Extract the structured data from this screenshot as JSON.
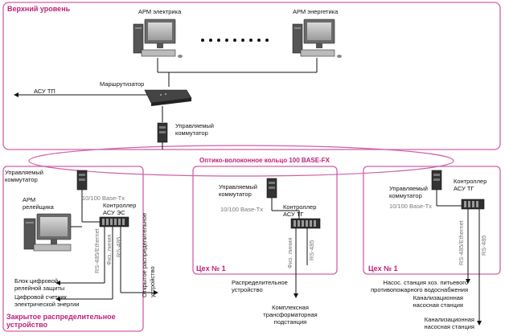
{
  "colors": {
    "frame": "#d060a8",
    "title": "#c0207a",
    "line": "#111111",
    "gray_text": "#777777"
  },
  "icons": [
    "workstation-icon",
    "router-icon",
    "switch-icon",
    "controller-icon",
    "arrow-icon"
  ],
  "top": {
    "title": "Верхний уровень",
    "arm_electric": "АРМ электрика",
    "arm_energy": "АРМ энергетика",
    "router": "Маршрутизатор",
    "asu_tp": "АСУ ТП",
    "switch_l1": "Управляемый",
    "switch_l2": "коммутатор"
  },
  "ring": {
    "label": "Оптико-волоконное кольцо 100 BASE-FX"
  },
  "left": {
    "title_l1": "Закрытое распределительное",
    "title_l2": "устройство",
    "switch_l1": "Управляемый",
    "switch_l2": "коммутатор",
    "arm_l1": "АРМ",
    "arm_l2": "релейщика",
    "base": "10/100 Base-Tx",
    "ctrl_l1": "Контроллер",
    "ctrl_l2": "АСУ ЭС",
    "rs485_eth": "RS-485/Ethernet",
    "fiz": "Физ. линия",
    "rs485": "RS-485",
    "open_l1": "Открытое распределительное",
    "open_l2": "устройство",
    "block_l1": "Блок цифровой",
    "block_l2": "релейной защиты",
    "meter_l1": "Цифровой счетчик",
    "meter_l2": "электрической энергии"
  },
  "mid": {
    "title": "Цех № 1",
    "switch_l1": "Управляемый",
    "switch_l2": "коммутатор",
    "base": "10/100 Base-Tx",
    "ctrl_l1": "Контроллер",
    "ctrl_l2": "АСУ ТГ",
    "fiz": "Физ. линия",
    "rs485": "RS-485",
    "dist_l1": "Распределительное",
    "dist_l2": "устройство",
    "sub_l1": "Комплексная",
    "sub_l2": "трансформаторная",
    "sub_l3": "подстанция"
  },
  "right": {
    "title": "Цех № 1",
    "switch_l1": "Управляемый",
    "switch_l2": "коммутатор",
    "base": "10/100 Base-Tx",
    "ctrl_l1": "Контроллер",
    "ctrl_l2": "АСУ ТГ",
    "rs485_eth": "RS-485/Ethernet",
    "rs485": "RS-485",
    "pump_l1": "Насос. станция хоз. питьевого",
    "pump_l2": "противопожарного водоснабжения",
    "sewer1_l1": "Канализационная",
    "sewer1_l2": "насосная станция",
    "sewer2_l1": "Канализационная",
    "sewer2_l2": "насосная станция"
  }
}
